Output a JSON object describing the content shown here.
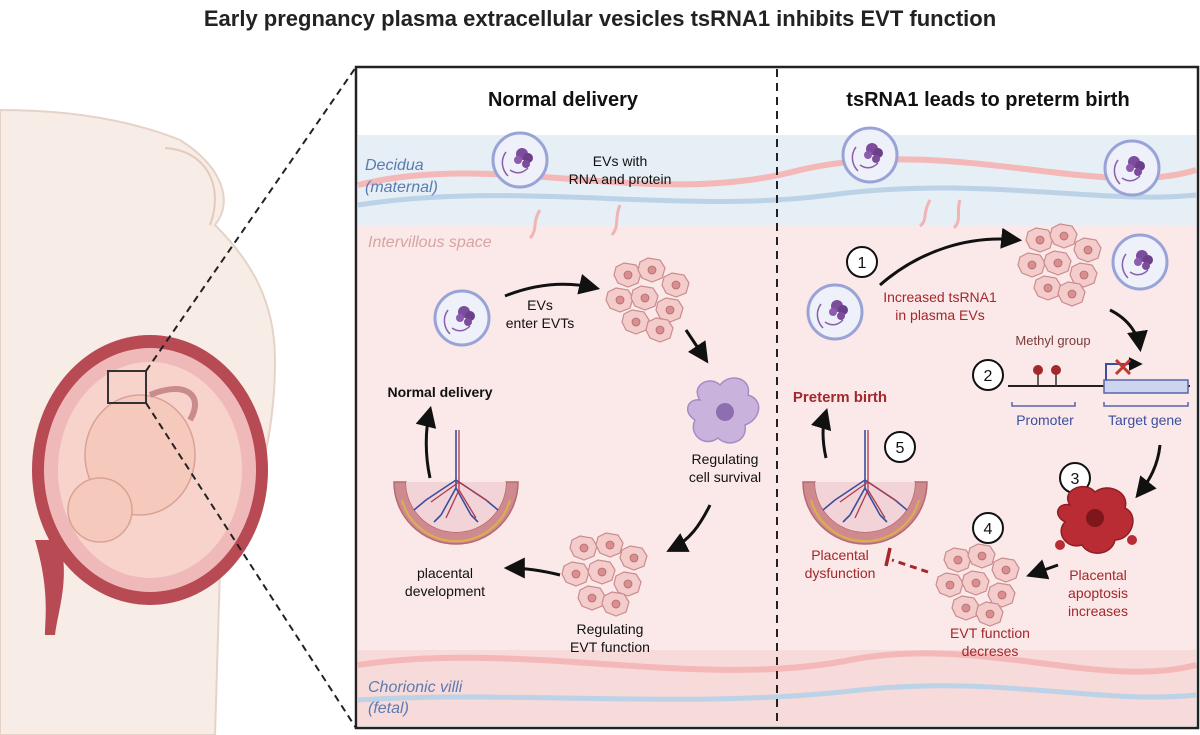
{
  "title": "Early pregnancy plasma extracellular vesicles tsRNA1 inhibits EVT function",
  "panels": {
    "left": {
      "title": "Normal delivery",
      "evs_label": [
        "EVs with",
        "RNA and protein"
      ],
      "enter_label": [
        "EVs",
        "enter EVTs"
      ],
      "survival_label": [
        "Regulating",
        "cell survival"
      ],
      "evt_label": [
        "Regulating",
        "EVT function"
      ],
      "placenta_label": [
        "placental",
        "development"
      ],
      "outcome": "Normal delivery"
    },
    "right": {
      "title": "tsRNA1 leads to preterm birth",
      "increase_label": [
        "Increased tsRNA1",
        "in plasma EVs"
      ],
      "methyl_label": "Methyl group",
      "promoter_label": "Promoter",
      "target_label": "Target gene",
      "apoptosis_label": [
        "Placental",
        "apoptosis",
        "increases"
      ],
      "evt_decrease_label": [
        "EVT function",
        "decreses"
      ],
      "dysfunction_label": [
        "Placental",
        "dysfunction"
      ],
      "outcome": "Preterm birth",
      "steps": [
        "1",
        "2",
        "3",
        "4",
        "5"
      ]
    }
  },
  "layers": {
    "decidua": [
      "Decidua",
      "(maternal)"
    ],
    "intervillous": "Intervillous space",
    "chorionic": [
      "Chorionic villi",
      "(fetal)"
    ]
  },
  "colors": {
    "dark_red": "#a3272b",
    "layer_blue": "#5b7bb0",
    "layer_pink": "#d7a3a3",
    "panel_bg": "#fbe9e9",
    "decidua_bg": "#e6eef6"
  }
}
